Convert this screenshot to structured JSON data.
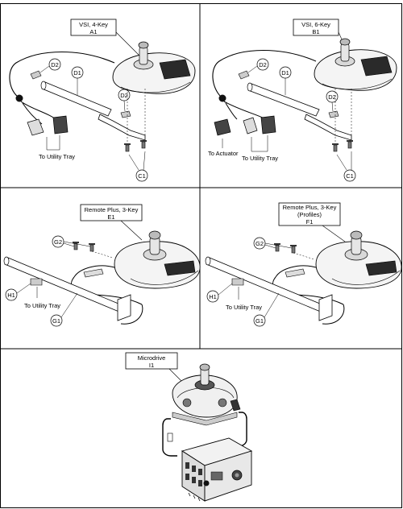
{
  "panels": {
    "a": {
      "title": "VSI, 4-Key",
      "code": "A1",
      "callouts": [
        "D2",
        "D1",
        "D2",
        "C1"
      ],
      "captions": [
        "To Utility Tray"
      ]
    },
    "b": {
      "title": "VSI, 6-Key",
      "code": "B1",
      "callouts": [
        "D2",
        "D1",
        "D2",
        "C1"
      ],
      "captions": [
        "To Actuator",
        "To Utility Tray"
      ]
    },
    "e": {
      "title": "Remote Plus, 3-Key",
      "code": "E1",
      "callouts": [
        "G2",
        "H1",
        "G1"
      ],
      "captions": [
        "To Utility Tray"
      ]
    },
    "f": {
      "title": "Remote Plus, 3-Key",
      "subtitle": "(Profiles)",
      "code": "F1",
      "callouts": [
        "G2",
        "H1",
        "G1"
      ],
      "captions": [
        "To Utility Tray"
      ]
    },
    "i": {
      "title": "Microdrive",
      "code": "I1"
    }
  }
}
